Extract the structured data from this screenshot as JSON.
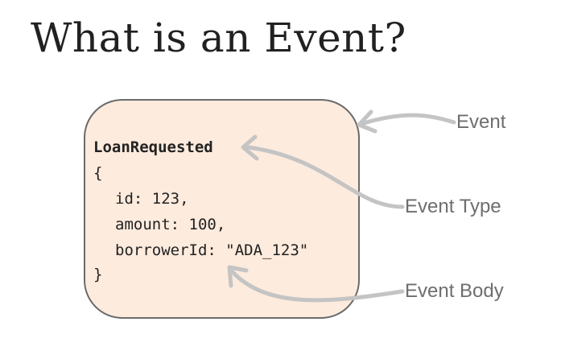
{
  "title": "What is an Event?",
  "event": {
    "type_name": "LoanRequested",
    "open_brace": "{",
    "fields": [
      {
        "key": "id",
        "value": "123",
        "trailing": ","
      },
      {
        "key": "amount",
        "value": "100",
        "trailing": ","
      },
      {
        "key": "borrowerId",
        "value": "\"ADA_123\"",
        "trailing": ""
      }
    ],
    "close_brace": "}"
  },
  "annotations": {
    "event": "Event",
    "event_type": "Event Type",
    "event_body": "Event Body"
  },
  "colors": {
    "card_fill": "#fdebdd",
    "card_border": "#6b6b6b",
    "arrow": "#c4c4c4",
    "annotation_text": "#6e6e6e"
  }
}
